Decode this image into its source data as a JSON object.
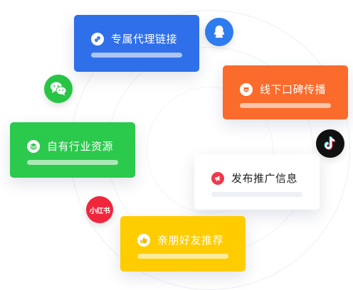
{
  "colors": {
    "blue": "#2f6fea",
    "orange": "#fa6b2c",
    "green": "#2bc94c",
    "white": "#ffffff",
    "yellow": "#ffcc00",
    "qq": "#2f7cf0",
    "wechat": "#28c445",
    "tiktok": "#111111",
    "xiaohongshu": "#f0263c"
  },
  "cards": {
    "agent": {
      "label": "专属代理链接",
      "icon": "link-icon"
    },
    "offline": {
      "label": "线下口碑传播",
      "icon": "smile-icon"
    },
    "own": {
      "label": "自有行业资源",
      "icon": "layers-icon"
    },
    "publish": {
      "label": "发布推广信息",
      "icon": "megaphone-icon"
    },
    "friend": {
      "label": "亲朋好友推荐",
      "icon": "thumbs-up-icon"
    }
  },
  "socials": {
    "qq": {
      "icon": "qq-icon"
    },
    "wechat": {
      "icon": "wechat-icon"
    },
    "tiktok": {
      "icon": "tiktok-icon"
    },
    "xiaohongshu": {
      "label": "小红书",
      "icon": "xiaohongshu-icon"
    }
  }
}
